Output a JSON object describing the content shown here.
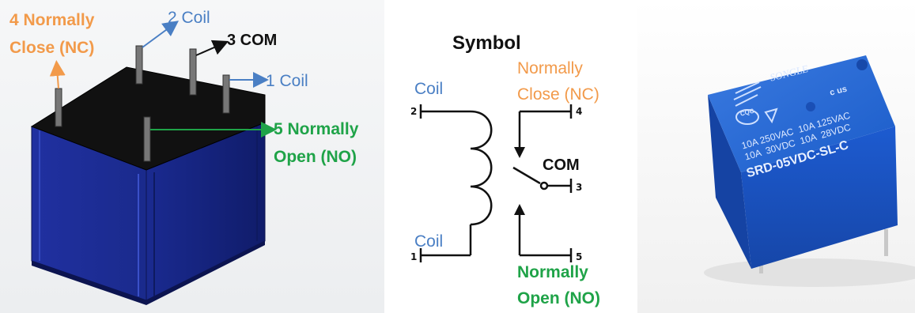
{
  "left_panel": {
    "pin4_label_line1": "4 Normally",
    "pin4_label_line2": "Close (NC)",
    "pin2_label": "2 Coil",
    "pin3_label": "3 COM",
    "pin1_label": "1 Coil",
    "pin5_label_line1": "5 Normally",
    "pin5_label_line2": "Open (NO)"
  },
  "symbol": {
    "title": "Symbol",
    "coil_top": "Coil",
    "coil_bottom": "Coil",
    "nc_line1": "Normally",
    "nc_line2": "Close (NC)",
    "com": "COM",
    "no_line1": "Normally",
    "no_line2": "Open (NO)",
    "pin_numbers": [
      "2",
      "1",
      "4",
      "3",
      "5"
    ]
  },
  "photo": {
    "brand": "SONGLE",
    "marking_line1": "10A 250VAC  10A 125VAC",
    "marking_line2": "10A  30VDC  10A  28VDC",
    "model": "SRD-05VDC-SL-C",
    "cert_cqc": "CQC",
    "cert_ul": "c  us"
  },
  "colors": {
    "orange": "#f29a4a",
    "blue": "#4a7fc4",
    "green": "#1fa348",
    "relay_blue": "#1e3fa8",
    "photo_blue": "#1f5fcf"
  }
}
